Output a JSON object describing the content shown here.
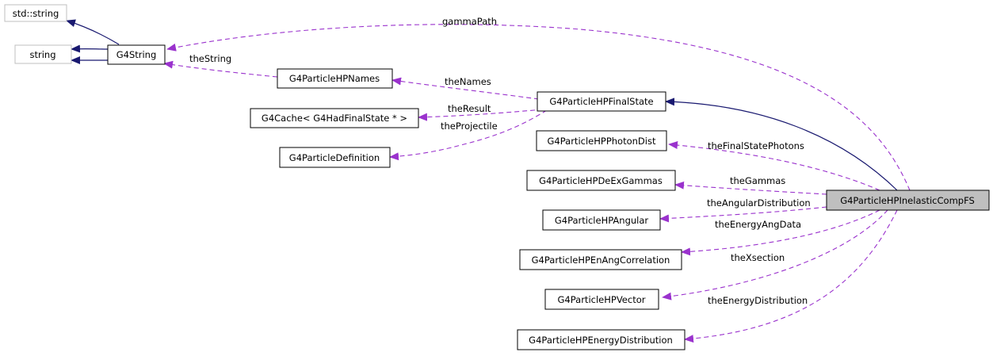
{
  "diagram": {
    "nodes": {
      "std_string": "std::string",
      "string": "string",
      "g4string": "G4String",
      "hp_names": "G4ParticleHPNames",
      "g4cache": "G4Cache< G4HadFinalState * >",
      "particle_def": "G4ParticleDefinition",
      "hp_final_state": "G4ParticleHPFinalState",
      "hp_photon_dist": "G4ParticleHPPhotonDist",
      "hp_deex_gammas": "G4ParticleHPDeExGammas",
      "hp_angular": "G4ParticleHPAngular",
      "hp_en_ang_corr": "G4ParticleHPEnAngCorrelation",
      "hp_vector": "G4ParticleHPVector",
      "hp_energy_dist": "G4ParticleHPEnergyDistribution",
      "hp_inelastic_comp_fs": "G4ParticleHPInelasticCompFS"
    },
    "edge_labels": {
      "gamma_path": "gammaPath",
      "the_string": "theString",
      "the_names": "theNames",
      "the_result": "theResult",
      "the_projectile": "theProjectile",
      "the_final_state_photons": "theFinalStatePhotons",
      "the_gammas": "theGammas",
      "the_angular_distribution": "theAngularDistribution",
      "the_energy_ang_data": "theEnergyAngData",
      "the_xsection": "theXsection",
      "the_energy_distribution": "theEnergyDistribution"
    },
    "colors": {
      "inheritance_edge": "#191970",
      "usage_edge": "#9a32cd",
      "focus_node_fill": "#bfbfbf",
      "external_node_border": "#bfbfbf",
      "node_border": "#000000"
    }
  }
}
